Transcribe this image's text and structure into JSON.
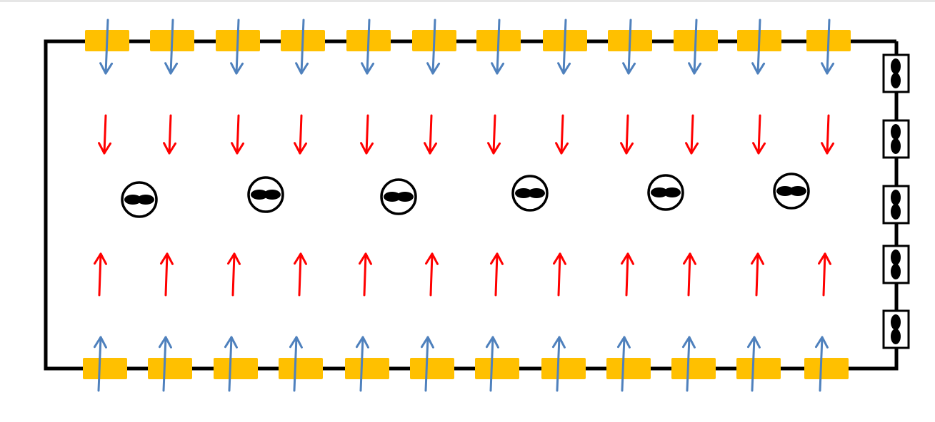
{
  "diagram": {
    "type": "magnet-array field schematic",
    "top_magnet_count": 12,
    "bottom_magnet_count": 12,
    "center_element_count": 6,
    "side_element_count": 5,
    "colors": {
      "frame": "#000000",
      "magnet": "#FFC000",
      "magnet_arrow": "#4F81BD",
      "field_arrow": "#FF0000",
      "element": "#000000"
    }
  }
}
